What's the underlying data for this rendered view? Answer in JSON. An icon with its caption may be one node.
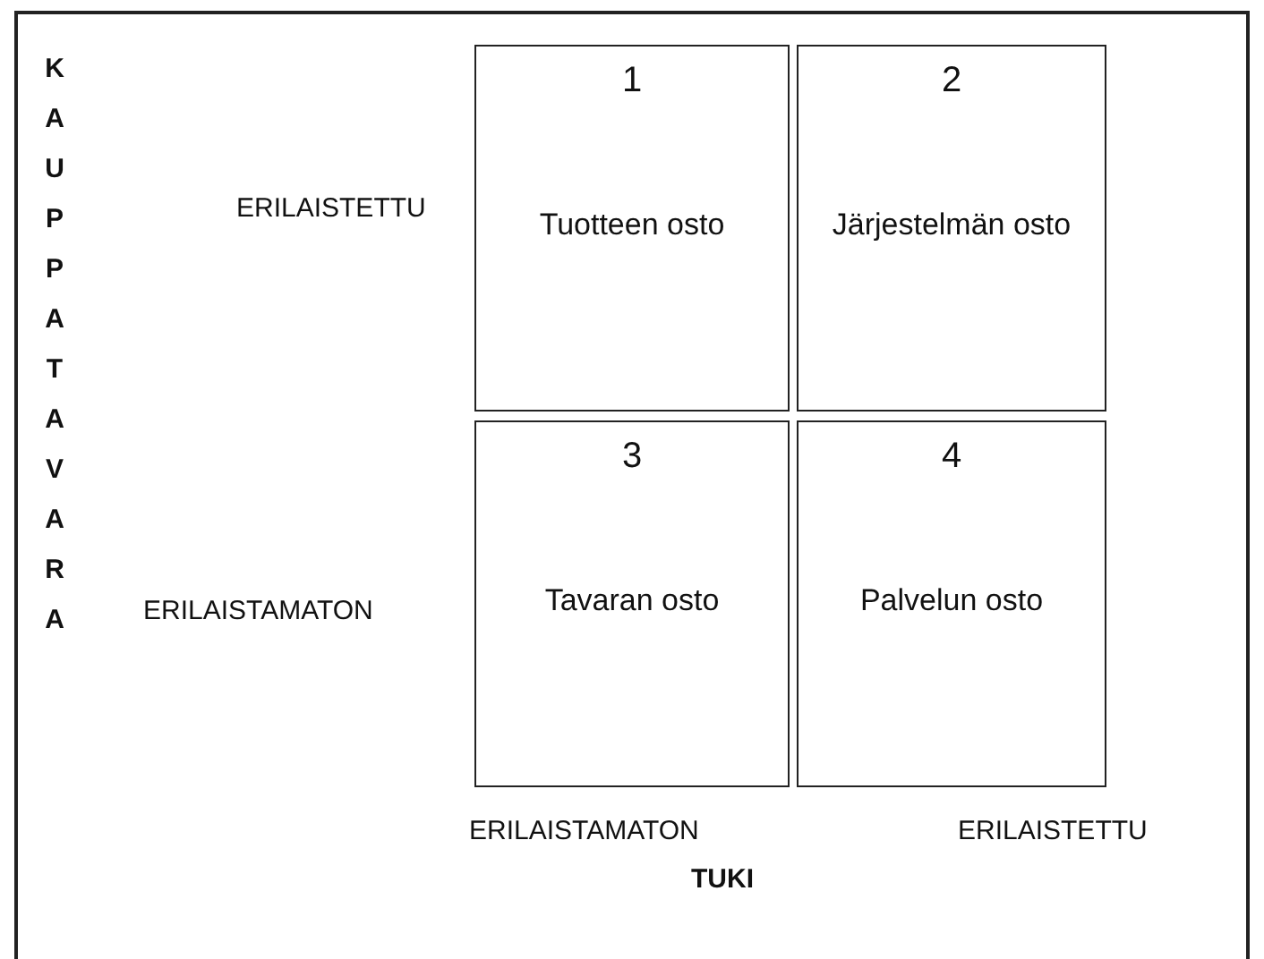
{
  "diagram": {
    "nodes": [
      {
        "text": [
          "1",
          "Tuotteen osto"
        ]
      },
      {
        "text": [
          "2",
          "Järjestelmän osto"
        ]
      },
      {
        "text": [
          "3",
          "Tavaran osto"
        ]
      },
      {
        "text": [
          "4",
          "Palvelun osto"
        ]
      }
    ],
    "edges": [],
    "labels": [
      "KAUPPATAVARA",
      "ERILAISTETTU",
      "ERILAISTAMATON",
      "ERILAISTAMATON",
      "ERILAISTETTU",
      "TUKI"
    ]
  }
}
